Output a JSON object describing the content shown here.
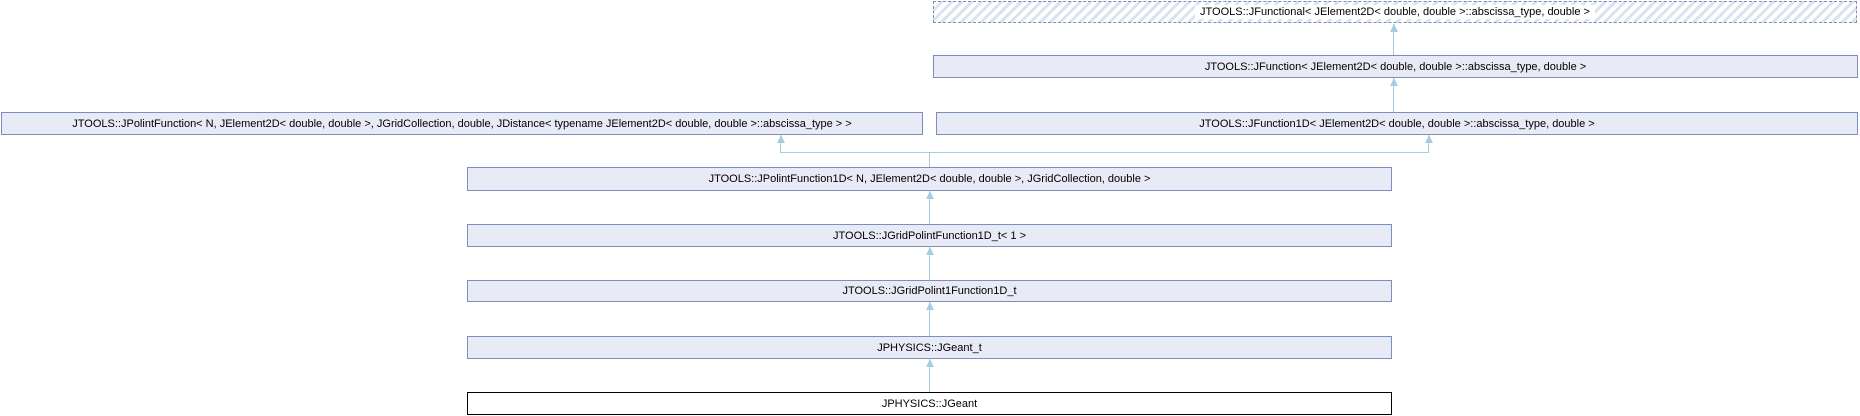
{
  "diagram": {
    "type": "class-inheritance-graph",
    "colors": {
      "node_fill": "#e8ebf6",
      "node_border": "#7a8fbe",
      "edge": "#a6cce0",
      "text": "#000000",
      "hatch_stripe": "#dbe2f0",
      "main_node_border": "#000000",
      "main_node_fill": "#ffffff"
    },
    "nodes": [
      {
        "id": "jfunctional",
        "label": "JTOOLS::JFunctional< JElement2D< double, double >::abscissa_type, double >",
        "style": "dashed-hatched"
      },
      {
        "id": "jfunction",
        "label": "JTOOLS::JFunction< JElement2D< double, double >::abscissa_type, double >",
        "style": "solid"
      },
      {
        "id": "jpolintfunction",
        "label": "JTOOLS::JPolintFunction< N, JElement2D< double, double >, JGridCollection, double, JDistance< typename JElement2D< double, double >::abscissa_type > >",
        "style": "solid"
      },
      {
        "id": "jfunction1d",
        "label": "JTOOLS::JFunction1D< JElement2D< double, double >::abscissa_type, double >",
        "style": "solid"
      },
      {
        "id": "jpolintfunction1d",
        "label": "JTOOLS::JPolintFunction1D< N, JElement2D< double, double >, JGridCollection, double >",
        "style": "solid"
      },
      {
        "id": "jgridpolintfunction1d_t",
        "label": "JTOOLS::JGridPolintFunction1D_t< 1 >",
        "style": "solid"
      },
      {
        "id": "jgridpolint1function1d_t",
        "label": "JTOOLS::JGridPolint1Function1D_t",
        "style": "solid"
      },
      {
        "id": "jgeant_t",
        "label": "JPHYSICS::JGeant_t",
        "style": "solid"
      },
      {
        "id": "jgeant",
        "label": "JPHYSICS::JGeant",
        "style": "main"
      }
    ],
    "edges": [
      {
        "from": "jfunction",
        "to": "jfunctional"
      },
      {
        "from": "jfunction1d",
        "to": "jfunction"
      },
      {
        "from": "jpolintfunction1d",
        "to": "jpolintfunction"
      },
      {
        "from": "jpolintfunction1d",
        "to": "jfunction1d"
      },
      {
        "from": "jgridpolintfunction1d_t",
        "to": "jpolintfunction1d"
      },
      {
        "from": "jgridpolint1function1d_t",
        "to": "jgridpolintfunction1d_t"
      },
      {
        "from": "jgeant_t",
        "to": "jgridpolint1function1d_t"
      },
      {
        "from": "jgeant",
        "to": "jgeant_t"
      }
    ]
  }
}
